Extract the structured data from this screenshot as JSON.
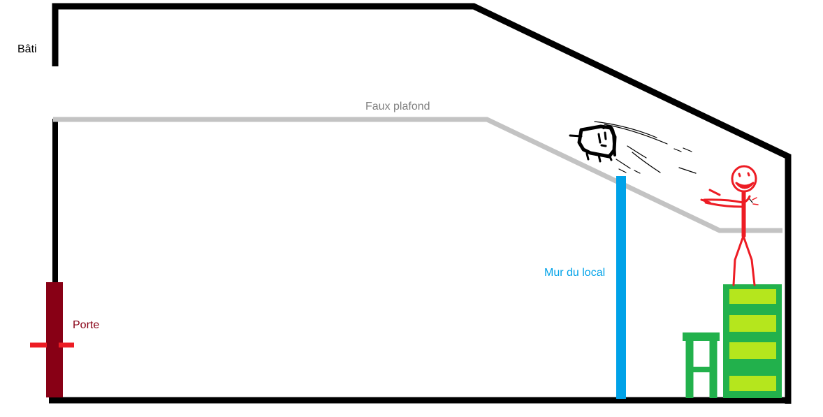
{
  "labels": {
    "bati": "Bâti",
    "faux_plafond": "Faux plafond",
    "mur_du_local": "Mur du local",
    "porte": "Porte"
  },
  "colors": {
    "bati": "#000000",
    "faux_plafond": "#c3c3c3",
    "mur_du_local": "#00a2e8",
    "porte": "#880015",
    "porte_handle": "#ed1c24",
    "person": "#ed1c24",
    "stool": "#22b14c",
    "cabinet": "#22b14c",
    "cabinet_drawers": "#b5e61d",
    "label_bati": "#000000",
    "label_faux_plafond": "#7f7f7f",
    "label_mur_du_local": "#00a2e8",
    "label_porte": "#880015"
  }
}
